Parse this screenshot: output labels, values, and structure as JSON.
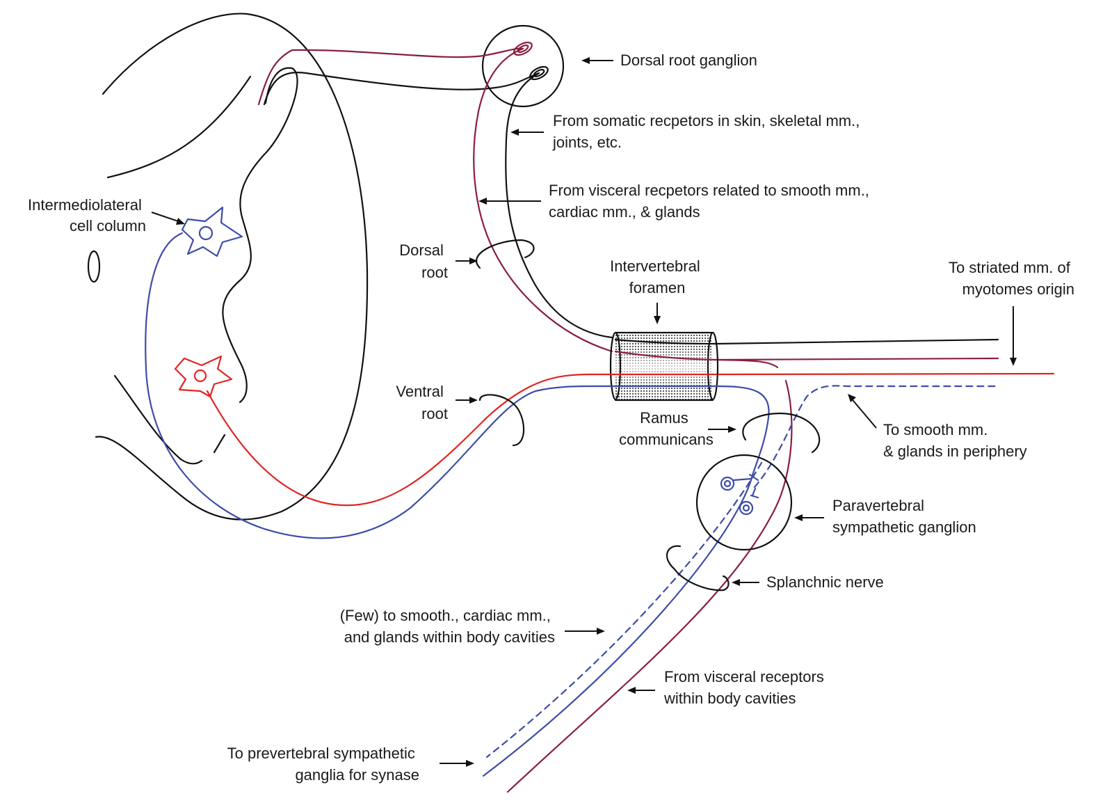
{
  "colors": {
    "somatic_afferent": "#111111",
    "visceral_afferent": "#8a1e3f",
    "somatic_motor": "#e02424",
    "sympathetic": "#3c4ca8"
  },
  "labels": {
    "intermediolateral": [
      "Intermediolateral",
      "cell column"
    ],
    "drg": [
      "Dorsal root ganglion"
    ],
    "somatic_from": [
      "From somatic recpetors in skin, skeletal mm.,",
      "joints, etc."
    ],
    "visceral_from": [
      "From visceral recpetors related to smooth mm.,",
      "cardiac mm., & glands"
    ],
    "dorsal_root": [
      "Dorsal",
      "root"
    ],
    "iv_foramen": [
      "Intervertebral",
      "foramen"
    ],
    "striated": [
      "To striated mm. of",
      "myotomes origin"
    ],
    "ventral_root": [
      "Ventral",
      "root"
    ],
    "ramus": [
      "Ramus",
      "communicans"
    ],
    "smooth_periphery": [
      "To smooth mm.",
      "& glands in periphery"
    ],
    "paravertebral": [
      "Paravertebral",
      "sympathetic ganglion"
    ],
    "splanchnic": [
      "Splanchnic nerve"
    ],
    "few": [
      "(Few) to smooth., cardiac mm.,",
      "and glands within body cavities"
    ],
    "visceral_cavities": [
      "From visceral receptors",
      "within body cavities"
    ],
    "prevertebral": [
      "To prevertebral sympathetic",
      "ganglia for synase"
    ]
  }
}
